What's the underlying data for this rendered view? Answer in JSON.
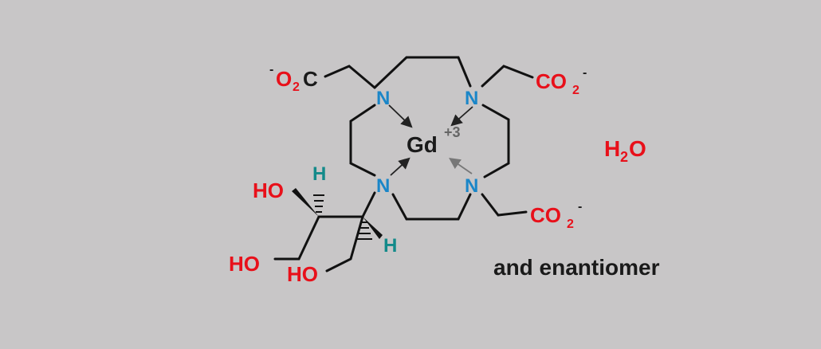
{
  "molecule": {
    "metal": "Gd",
    "metal_charge": "+3",
    "nitrogen": "N",
    "carboxylates": {
      "top_left": {
        "charge": "-",
        "text": "O",
        "sub": "2",
        "tail": "C"
      },
      "top_right": {
        "text": "CO",
        "sub": "2",
        "charge": "-"
      },
      "bottom_right": {
        "text": "CO",
        "sub": "2",
        "charge": "-"
      }
    },
    "hydroxyls": {
      "ho_upper": "HO",
      "ho_lower_left": "HO",
      "ho_lower_mid": "HO"
    },
    "hydrogens": {
      "h_upper": "H",
      "h_lower": "H"
    }
  },
  "water": {
    "main": "H",
    "sub": "2",
    "tail": "O"
  },
  "caption": "and enantiomer",
  "colors": {
    "background": "#c8c6c7",
    "oxygen_labels": "#e8101a",
    "nitrogen_labels": "#1a86c8",
    "hydrogen_labels": "#138a8a",
    "bonds": "#111111"
  }
}
